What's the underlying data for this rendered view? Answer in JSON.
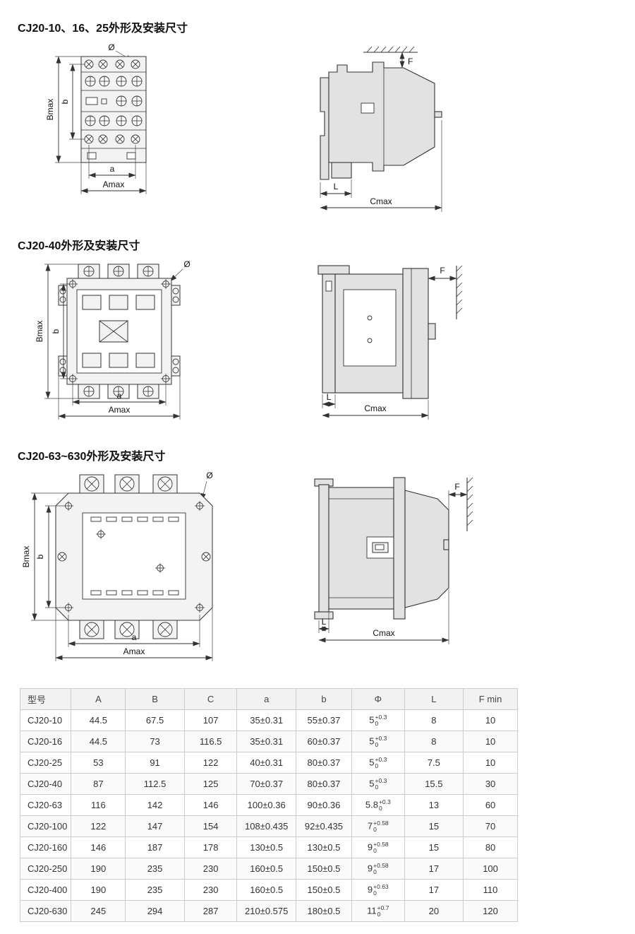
{
  "page": {
    "background": "#ffffff"
  },
  "sections": [
    {
      "heading": "CJ20-10、16、25外形及安装尺寸",
      "labels": {
        "bmax": "Bmax",
        "b": "b",
        "a": "a",
        "amax": "Amax",
        "dia": "Ø",
        "f": "F",
        "l": "L",
        "cmax": "Cmax"
      }
    },
    {
      "heading": "CJ20-40外形及安装尺寸",
      "labels": {
        "bmax": "Bmax",
        "b": "b",
        "a": "a",
        "amax": "Amax",
        "dia": "Ø",
        "f": "F",
        "l": "L",
        "cmax": "Cmax"
      }
    },
    {
      "heading": "CJ20-63~630外形及安装尺寸",
      "labels": {
        "bmax": "Bmax",
        "b": "b",
        "a": "a",
        "amax": "Amax",
        "dia": "Ø",
        "f": "F",
        "l": "L",
        "cmax": "Cmax"
      }
    }
  ],
  "table": {
    "headers": [
      "型号",
      "A",
      "B",
      "C",
      "a",
      "b",
      "Φ",
      "L",
      "F min"
    ],
    "rows": [
      {
        "model": "CJ20-10",
        "A": "44.5",
        "B": "67.5",
        "C": "107",
        "a": "35±0.31",
        "b": "55±0.37",
        "phi_base": "5",
        "phi_sup": "+0.3",
        "phi_sub": "0",
        "L": "8",
        "Fmin": "10"
      },
      {
        "model": "CJ20-16",
        "A": "44.5",
        "B": "73",
        "C": "116.5",
        "a": "35±0.31",
        "b": "60±0.37",
        "phi_base": "5",
        "phi_sup": "+0.3",
        "phi_sub": "0",
        "L": "8",
        "Fmin": "10"
      },
      {
        "model": "CJ20-25",
        "A": "53",
        "B": "91",
        "C": "122",
        "a": "40±0.31",
        "b": "80±0.37",
        "phi_base": "5",
        "phi_sup": "+0.3",
        "phi_sub": "0",
        "L": "7.5",
        "Fmin": "10"
      },
      {
        "model": "CJ20-40",
        "A": "87",
        "B": "112.5",
        "C": "125",
        "a": "70±0.37",
        "b": "80±0.37",
        "phi_base": "5",
        "phi_sup": "+0.3",
        "phi_sub": "0",
        "L": "15.5",
        "Fmin": "30"
      },
      {
        "model": "CJ20-63",
        "A": "116",
        "B": "142",
        "C": "146",
        "a": "100±0.36",
        "b": "90±0.36",
        "phi_base": "5.8",
        "phi_sup": "+0.3",
        "phi_sub": "0",
        "L": "13",
        "Fmin": "60"
      },
      {
        "model": "CJ20-100",
        "A": "122",
        "B": "147",
        "C": "154",
        "a": "108±0.435",
        "b": "92±0.435",
        "phi_base": "7",
        "phi_sup": "+0.58",
        "phi_sub": "0",
        "L": "15",
        "Fmin": "70"
      },
      {
        "model": "CJ20-160",
        "A": "146",
        "B": "187",
        "C": "178",
        "a": "130±0.5",
        "b": "130±0.5",
        "phi_base": "9",
        "phi_sup": "+0.58",
        "phi_sub": "0",
        "L": "15",
        "Fmin": "80"
      },
      {
        "model": "CJ20-250",
        "A": "190",
        "B": "235",
        "C": "230",
        "a": "160±0.5",
        "b": "150±0.5",
        "phi_base": "9",
        "phi_sup": "+0.58",
        "phi_sub": "0",
        "L": "17",
        "Fmin": "100"
      },
      {
        "model": "CJ20-400",
        "A": "190",
        "B": "235",
        "C": "230",
        "a": "160±0.5",
        "b": "150±0.5",
        "phi_base": "9",
        "phi_sup": "+0.63",
        "phi_sub": "0",
        "L": "17",
        "Fmin": "110"
      },
      {
        "model": "CJ20-630",
        "A": "245",
        "B": "294",
        "C": "287",
        "a": "210±0.575",
        "b": "180±0.5",
        "phi_base": "11",
        "phi_sup": "+0.7",
        "phi_sub": "0",
        "L": "20",
        "Fmin": "120"
      }
    ]
  }
}
